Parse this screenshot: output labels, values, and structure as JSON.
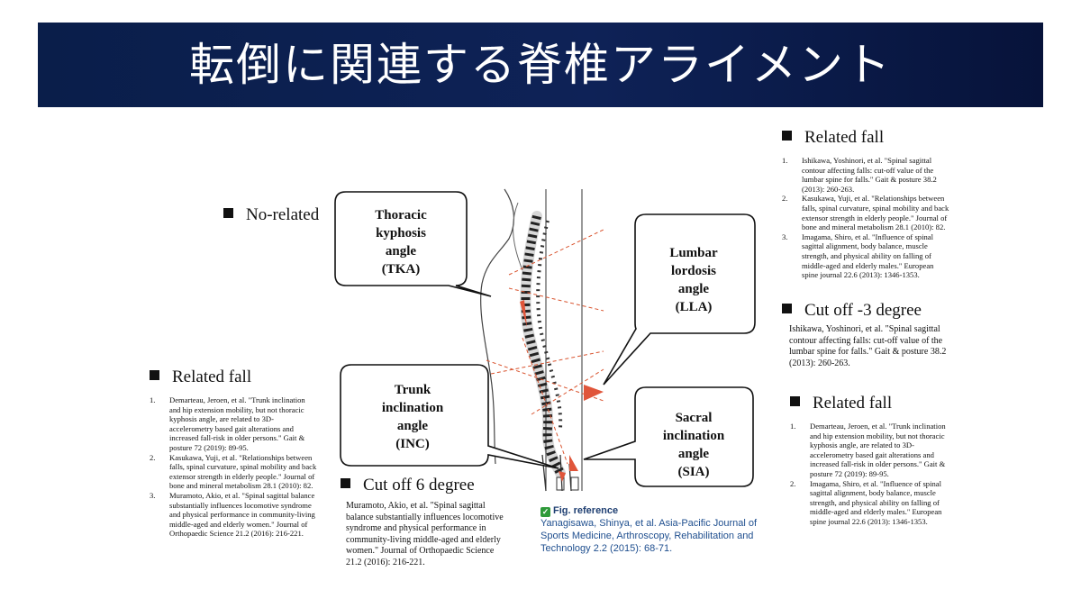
{
  "title": "転倒に関連する脊椎アライメント",
  "no_related": {
    "heading": "No-related"
  },
  "left": {
    "heading": "Related fall",
    "refs": [
      {
        "num": "1.",
        "lines": [
          "Demarteau, Jeroen, et al. \"Trunk inclination",
          "and hip extension mobility, but not thoracic",
          "kyphosis angle, are related to 3D-",
          "accelerometry based gait alterations and",
          "increased fall-risk in older persons.\" Gait &",
          "posture 72 (2019): 89-95."
        ]
      },
      {
        "num": "2.",
        "lines": [
          "Kasukawa, Yuji, et al. \"Relationships between",
          "falls, spinal curvature, spinal mobility and back",
          "extensor strength in elderly people.\" Journal of",
          "bone and mineral metabolism 28.1 (2010): 82."
        ]
      },
      {
        "num": "3.",
        "lines": [
          "Muramoto, Akio, et al. \"Spinal sagittal balance",
          "substantially influences locomotive syndrome",
          "and physical performance in community-living",
          "middle-aged and elderly women.\" Journal of",
          "Orthopaedic Science 21.2 (2016): 216-221."
        ]
      }
    ]
  },
  "center": {
    "cutoff_heading": "Cut off 6 degree",
    "cutoff_lines": [
      "Muramoto, Akio, et al. \"Spinal sagittal",
      "balance substantially influences locomotive",
      "syndrome and physical performance in",
      "community-living middle-aged and elderly",
      "women.\" Journal of Orthopaedic Science",
      "21.2 (2016): 216-221."
    ]
  },
  "figure": {
    "callouts": {
      "tka": [
        "Thoracic",
        "kyphosis",
        "angle",
        "(TKA)"
      ],
      "lla": [
        "Lumbar",
        "lordosis",
        "angle",
        "(LLA)"
      ],
      "inc": [
        "Trunk",
        "inclination",
        "angle",
        "(INC)"
      ],
      "sia": [
        "Sacral",
        "inclination",
        "angle",
        "(SIA)"
      ]
    },
    "reference_label": "Fig. reference",
    "reference_lines": [
      "Yanagisawa, Shinya, et al. Asia-Pacific Journal of",
      "Sports Medicine, Arthroscopy, Rehabilitation and",
      "Technology 2.2 (2015): 68-71."
    ]
  },
  "right_top": {
    "heading": "Related fall",
    "refs": [
      {
        "num": "1.",
        "lines": [
          "Ishikawa, Yoshinori, et al. \"Spinal sagittal",
          "contour affecting falls: cut-off value of the",
          "lumbar spine for falls.\" Gait & posture 38.2",
          "(2013): 260-263."
        ]
      },
      {
        "num": "2.",
        "lines": [
          "Kasukawa, Yuji, et al. \"Relationships between",
          "falls, spinal curvature, spinal mobility and back",
          "extensor strength in elderly people.\" Journal of",
          "bone and mineral metabolism 28.1 (2010): 82."
        ]
      },
      {
        "num": "3.",
        "lines": [
          "Imagama, Shiro, et al. \"Influence of spinal",
          "sagittal alignment, body balance, muscle",
          "strength, and physical ability on falling of",
          "middle-aged and elderly males.\" European",
          "spine journal 22.6 (2013): 1346-1353."
        ]
      }
    ]
  },
  "right_mid": {
    "heading": "Cut off -3 degree",
    "lines": [
      "Ishikawa, Yoshinori, et al. \"Spinal sagittal",
      "contour affecting falls: cut-off value of the",
      "lumbar spine for falls.\" Gait & posture 38.2",
      "(2013): 260-263."
    ]
  },
  "right_bottom": {
    "heading": "Related fall",
    "refs": [
      {
        "num": "1.",
        "lines": [
          "Demarteau, Jeroen, et al. \"Trunk inclination",
          "and hip extension mobility, but not thoracic",
          "kyphosis angle, are related to 3D-",
          "accelerometry based gait alterations and",
          "increased fall-risk in older persons.\" Gait &",
          "posture 72 (2019): 89-95."
        ]
      },
      {
        "num": "2.",
        "lines": [
          "Imagama, Shiro, et al. \"Influence of spinal",
          "sagittal alignment, body balance, muscle",
          "strength, and physical ability on falling of",
          "middle-aged and elderly males.\" European",
          "spine journal 22.6 (2013): 1346-1353."
        ]
      }
    ]
  },
  "colors": {
    "title_bar": "#0e2257",
    "angle_fill": "#e0553a",
    "link_blue": "#1f4f8f"
  }
}
